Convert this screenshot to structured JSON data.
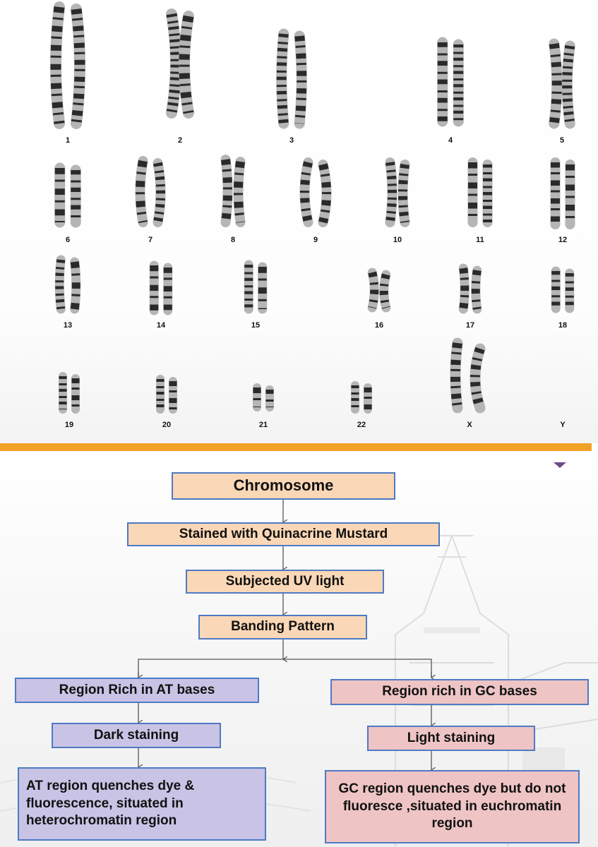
{
  "karyotype": {
    "labels": [
      "1",
      "2",
      "3",
      "4",
      "5",
      "6",
      "7",
      "8",
      "9",
      "10",
      "11",
      "12",
      "13",
      "14",
      "15",
      "16",
      "17",
      "18",
      "19",
      "20",
      "21",
      "22",
      "X",
      "Y"
    ]
  },
  "flowchart": {
    "chromosome": "Chromosome",
    "stained": "Stained with Quinacrine Mustard",
    "uv": "Subjected UV light",
    "banding": "Banding Pattern",
    "left": {
      "region": "Region Rich in AT bases",
      "staining": "Dark staining",
      "result": "AT region quenches dye & fluorescence, situated in heterochromatin region"
    },
    "right": {
      "region": "Region rich in GC bases",
      "staining": "Light staining",
      "result": "GC region quenches dye but do not fluoresce ,situated in euchromatin region"
    }
  },
  "colors": {
    "divider": "#f0a126",
    "box_border": "#4f7ac4",
    "peach_fill": "#fad7b6",
    "lavender_fill": "#c9c3e5",
    "pink_fill": "#eec4c4"
  }
}
